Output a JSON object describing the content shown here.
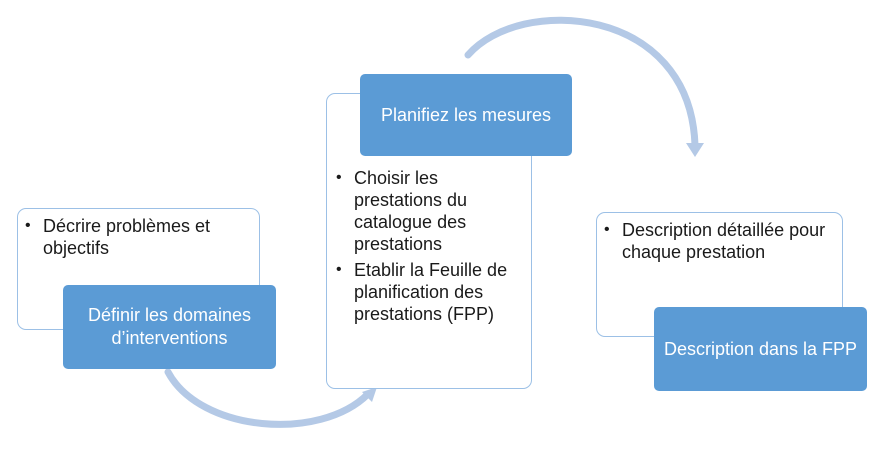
{
  "colors": {
    "accent": "#5b9bd5",
    "border": "#9cc0e6",
    "arrow": "#b4c9e6"
  },
  "stages": [
    {
      "title": "Définir les domaines d’interventions",
      "bullets": [
        "Décrire problèmes et objectifs"
      ]
    },
    {
      "title": "Planifiez les mesures",
      "bullets": [
        "Choisir les prestations du catalogue des prestations",
        "Etablir la Feuille de planification des prestations (FPP)"
      ]
    },
    {
      "title": "Description dans la FPP",
      "bullets": [
        "Description détaillée pour chaque prestation"
      ]
    }
  ]
}
